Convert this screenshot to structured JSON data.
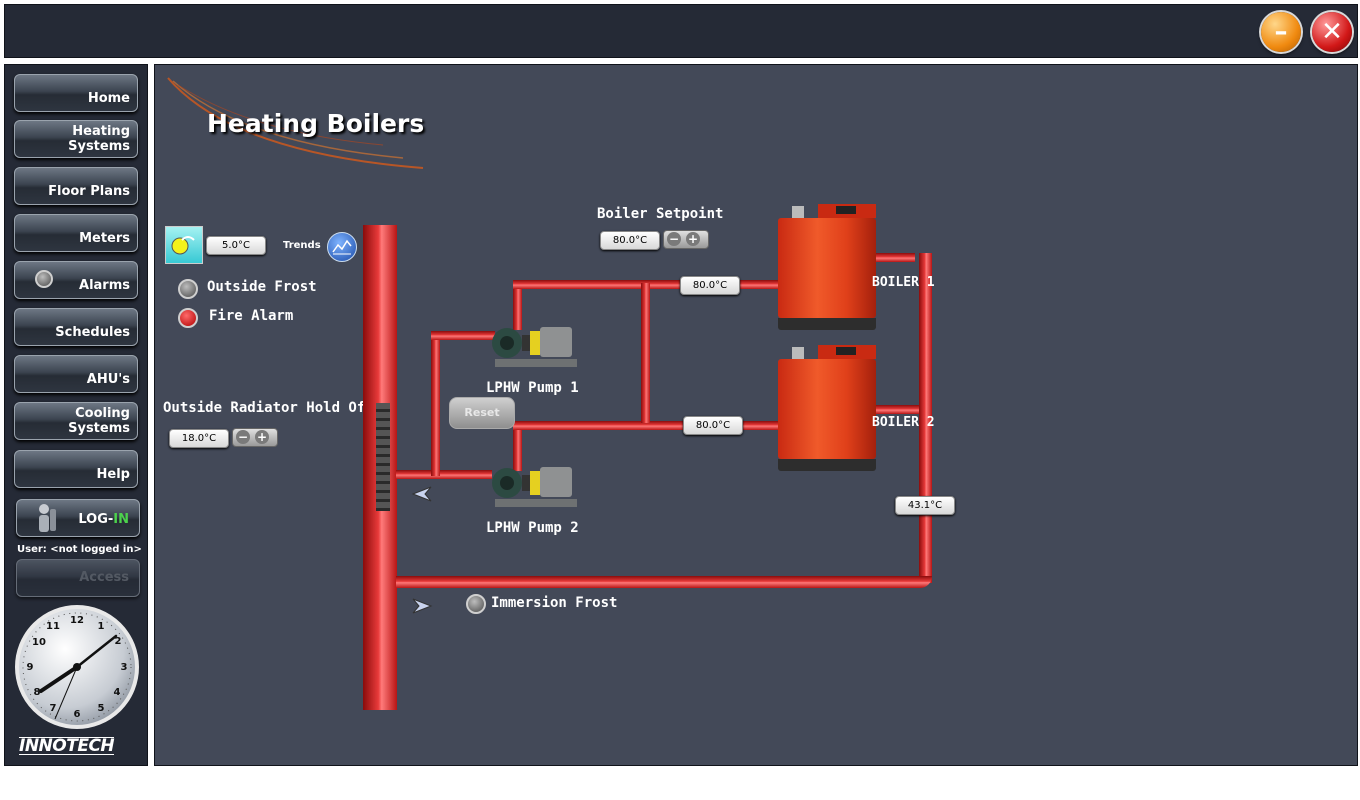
{
  "window": {
    "minimize_icon": "minimize-icon",
    "close_icon": "close-icon",
    "minimize_glyph": "–",
    "close_glyph": "✕",
    "accent_minimize": "#f08a10",
    "accent_close": "#d21818"
  },
  "sidebar": {
    "items": [
      {
        "label": "Home"
      },
      {
        "label_line1": "Heating",
        "label_line2": "Systems"
      },
      {
        "label": "Floor Plans"
      },
      {
        "label": "Meters"
      },
      {
        "label": "Alarms"
      },
      {
        "label": "Schedules"
      },
      {
        "label": "AHU's"
      },
      {
        "label_line1": "Cooling",
        "label_line2": "Systems"
      },
      {
        "label": "Help"
      }
    ],
    "login_label_a": "LOG-",
    "login_label_b": "IN",
    "user_text": "User: <not logged in>",
    "access_label": "Access",
    "logo_text": "INNOTECH"
  },
  "page": {
    "title": "Heating Boilers",
    "outside_temp": "5.0°C",
    "trends_label": "Trends",
    "outside_frost_label": "Outside Frost",
    "fire_alarm_label": "Fire Alarm",
    "radiator_holdoff_label": "Outside Radiator Hold Off",
    "radiator_holdoff_value": "18.0°C",
    "boiler_setpoint_label": "Boiler Setpoint",
    "boiler_setpoint_value": "80.0°C",
    "boiler1_flow": "80.0°C",
    "boiler2_flow": "80.0°C",
    "return_temp": "43.1°C",
    "boiler1_label": "BOILER 1",
    "boiler2_label": "BOILER 2",
    "pump1_label": "LPHW Pump 1",
    "pump2_label": "LPHW Pump 2",
    "reset_label": "Reset",
    "immersion_frost_label": "Immersion Frost",
    "minus_glyph": "−",
    "plus_glyph": "+",
    "pipe_color": "#e02020"
  }
}
